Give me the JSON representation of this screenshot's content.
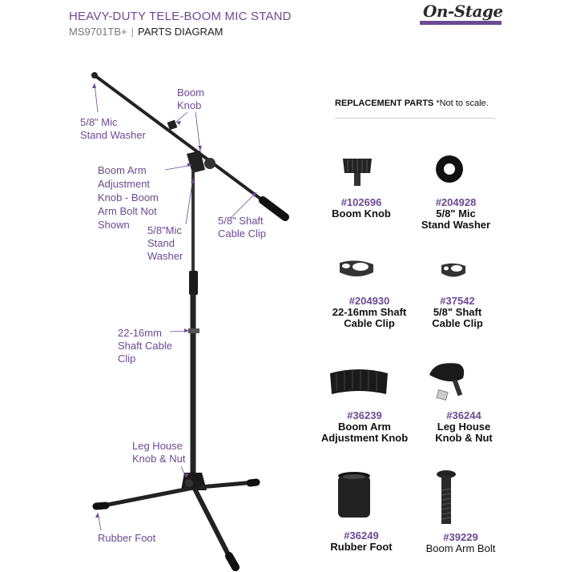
{
  "header": {
    "title": "HEAVY-DUTY TELE-BOOM MIC STAND",
    "model": "MS9701TB+",
    "separator": "|",
    "diagram_label": "PARTS DIAGRAM",
    "logo_text": "On-Stage",
    "logo_icon": "brand-logo",
    "brand_color": "#6b4a93"
  },
  "callouts": {
    "boom_knob": "Boom\nKnob",
    "mic_washer_top": "5/8\" Mic\nStand Washer",
    "boom_arm_knob": "Boom Arm\nAdjustment\nKnob - Boom\nArm Bolt Not\nShown",
    "mic_washer_mid": "5/8\"Mic\nStand\nWasher",
    "shaft_clip_58": "5/8\" Shaft\nCable Clip",
    "shaft_clip_2216": "22-16mm\nShaft Cable\nClip",
    "leg_house": "Leg House\nKnob & Nut",
    "rubber_foot": "Rubber Foot"
  },
  "replacement": {
    "heading": "REPLACEMENT PARTS",
    "note": "*Not to scale."
  },
  "parts": [
    {
      "num": "#102696",
      "name": "Boom Knob"
    },
    {
      "num": "#204928",
      "name": "5/8\" Mic\nStand Washer"
    },
    {
      "num": "#204930",
      "name": "22-16mm Shaft\nCable Clip"
    },
    {
      "num": "#37542",
      "name": "5/8\" Shaft\nCable Clip"
    },
    {
      "num": "#36239",
      "name": "Boom Arm\nAdjustment Knob"
    },
    {
      "num": "#36244",
      "name": "Leg House\nKnob & Nut"
    },
    {
      "num": "#36249",
      "name": "Rubber Foot"
    },
    {
      "num": "#39229",
      "name": "Boom Arm Bolt"
    }
  ]
}
